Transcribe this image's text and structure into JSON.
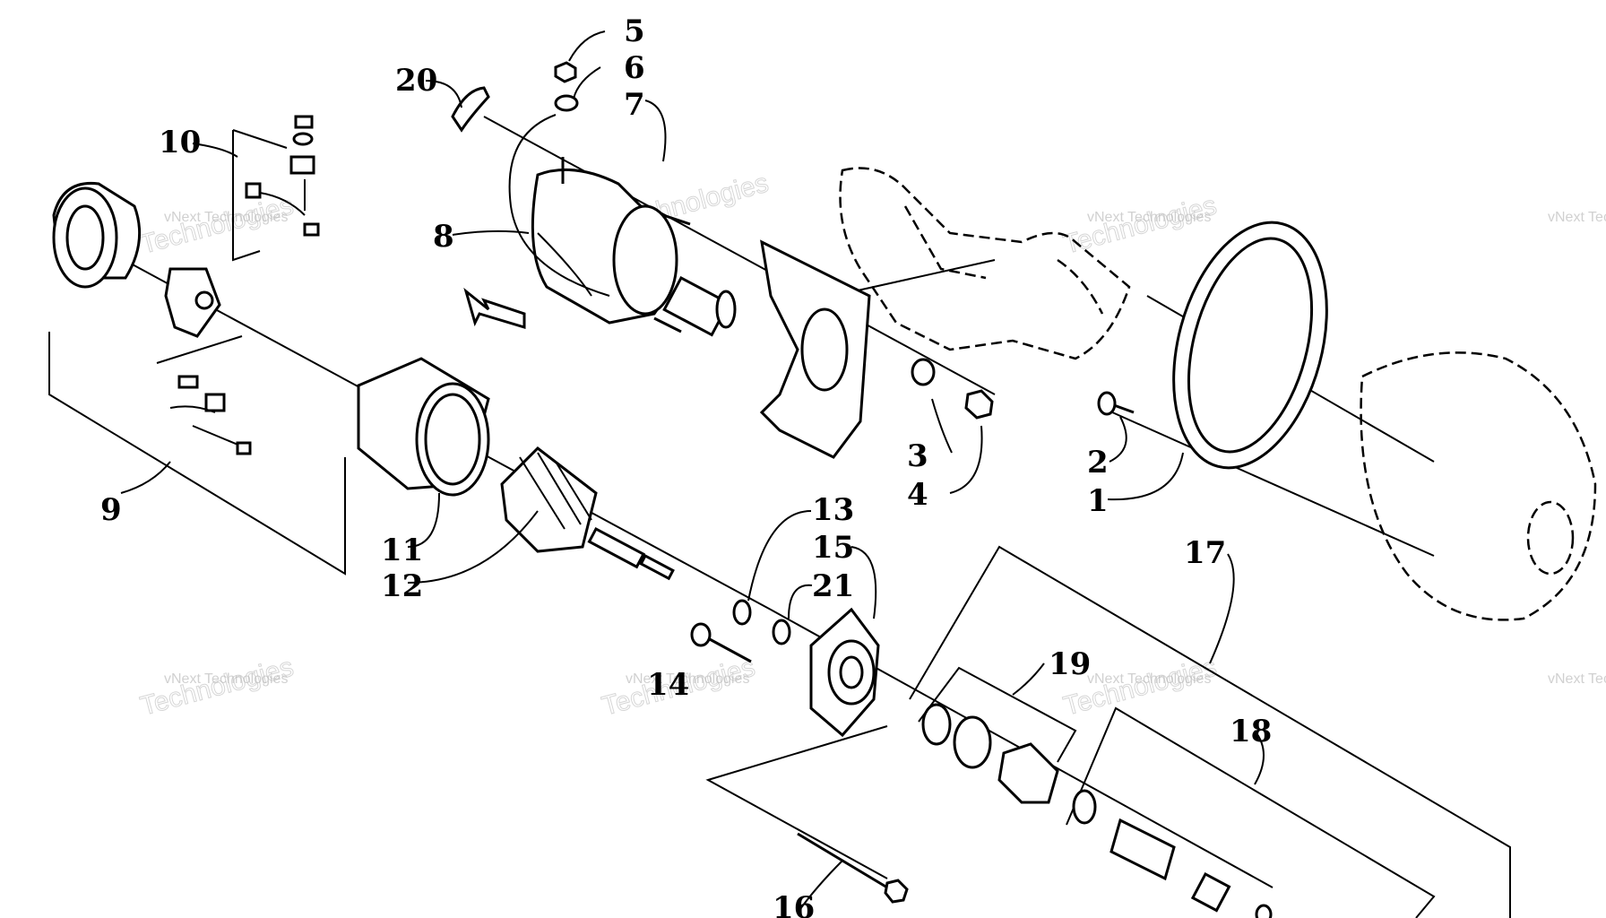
{
  "callouts": [
    "1",
    "2",
    "3",
    "4",
    "5",
    "6",
    "7",
    "8",
    "9",
    "10",
    "11",
    "12",
    "13",
    "14",
    "15",
    "16",
    "17",
    "18",
    "19",
    "20",
    "21"
  ],
  "watermark": {
    "line1": "vNext Technologies",
    "line2": "Technologies",
    "line3": "vNext"
  }
}
